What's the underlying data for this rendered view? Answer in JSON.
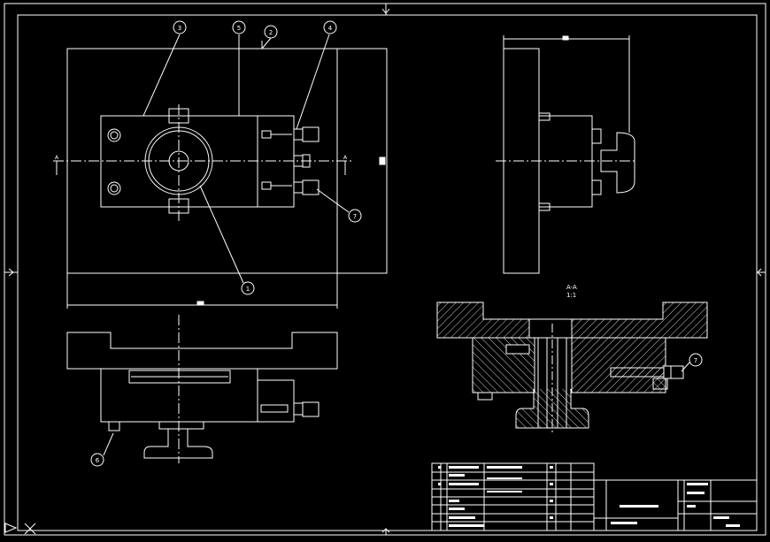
{
  "drawing": {
    "background": "#000000",
    "line_color": "#ffffff",
    "balloons": [
      "3",
      "5",
      "2",
      "4",
      "7",
      "1",
      "6",
      "7"
    ],
    "section_label": "A-A",
    "section_scale": "1:1",
    "section_marker": "A"
  }
}
